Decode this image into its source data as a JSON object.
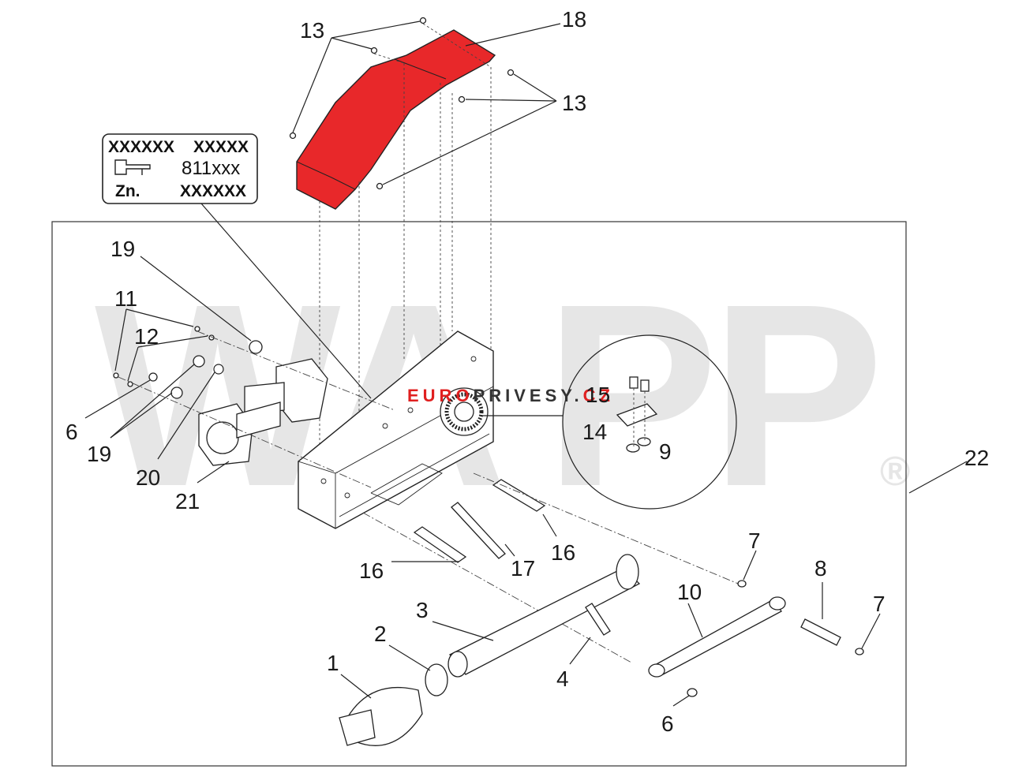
{
  "diagram": {
    "label_plate": {
      "row1_left": "XXXXXX",
      "row1_right": "XXXXX",
      "row2_value": "811xxx",
      "row3_left": "Zn.",
      "row3_right": "XXXXXX"
    },
    "watermark": {
      "letters": [
        "W",
        "A",
        "P",
        "P"
      ],
      "registered_mark": "®"
    },
    "overlay_logo": {
      "part_red": "EURO",
      "part_dark": "PRIVESY",
      "part_suffix": "CZ",
      "red_color": "#e02020",
      "dark_color": "#333333"
    },
    "highlight_color": "#e8282a",
    "callouts": {
      "c1": "1",
      "c2": "2",
      "c3": "3",
      "c4": "4",
      "c6a": "6",
      "c6b": "6",
      "c7a": "7",
      "c7b": "7",
      "c8": "8",
      "c9": "9",
      "c10": "10",
      "c11": "11",
      "c12": "12",
      "c13a": "13",
      "c13b": "13",
      "c14": "14",
      "c15": "15",
      "c16a": "16",
      "c16b": "16",
      "c17": "17",
      "c18": "18",
      "c19a": "19",
      "c19b": "19",
      "c20": "20",
      "c21": "21",
      "c22": "22"
    }
  }
}
